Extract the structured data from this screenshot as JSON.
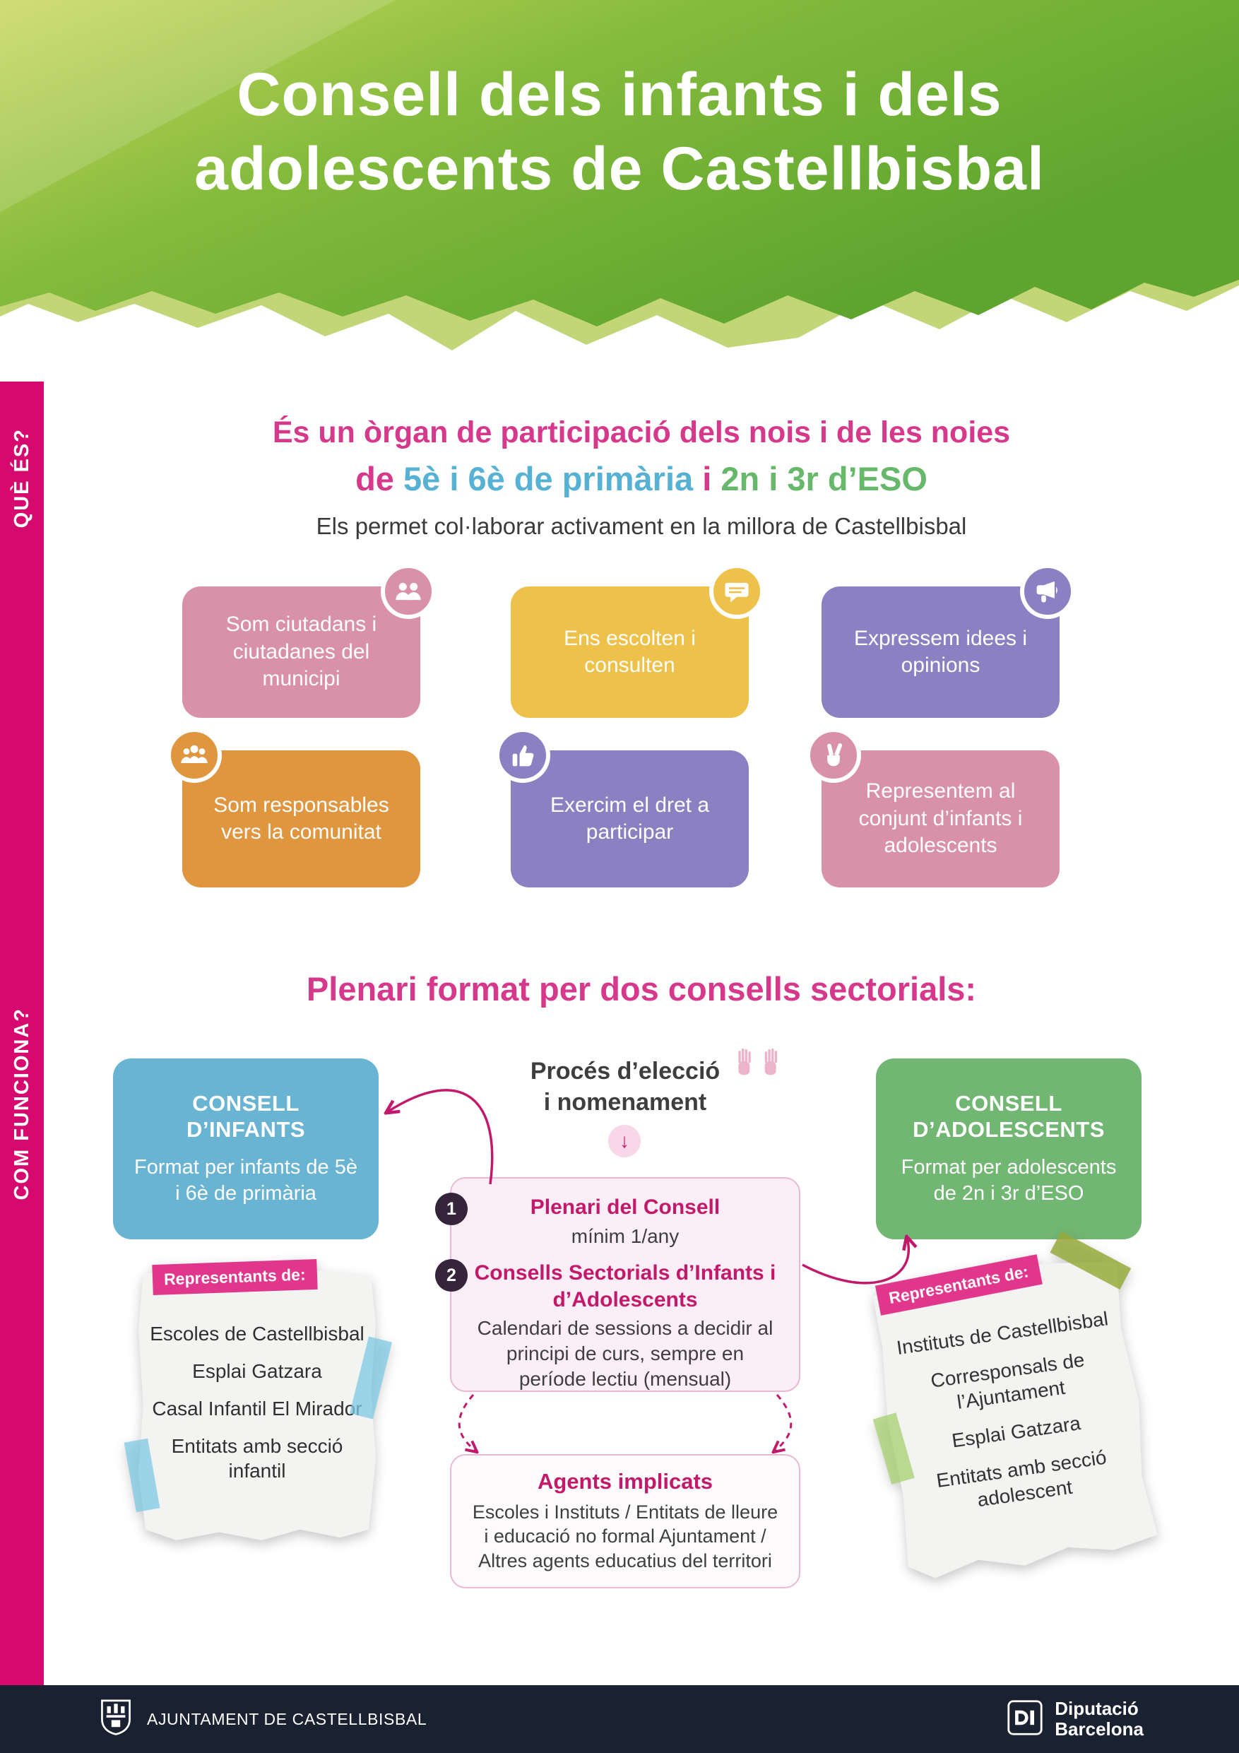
{
  "header": {
    "title_line1": "Consell dels infants i dels",
    "title_line2": "adolescents de Castellbisbal"
  },
  "sidebar": {
    "que_es": "QUÈ ÉS?",
    "com_funciona": "COM FUNCIONA?"
  },
  "intro": {
    "line1": "És un òrgan de participació dels nois i de les noies",
    "line2_prefix": "de ",
    "line2_primaria": "5è i 6è de primària",
    "line2_mid": " i ",
    "line2_eso": "2n i 3r d’ESO",
    "line3": "Els permet col·laborar activament en la millora de Castellbisbal"
  },
  "cards": [
    {
      "label": "Som ciutadans i ciutadanes del municipi",
      "icon": "people-icon",
      "color": "#d991a9"
    },
    {
      "label": "Ens escolten i consulten",
      "icon": "speech-bubble-icon",
      "color": "#eec24a"
    },
    {
      "label": "Expressem idees i opinions",
      "icon": "megaphone-icon",
      "color": "#8b80c2"
    },
    {
      "label": "Som responsables vers la comunitat",
      "icon": "community-icon",
      "color": "#e0953f"
    },
    {
      "label": "Exercim el dret a participar",
      "icon": "thumbs-up-icon",
      "color": "#8b80c2"
    },
    {
      "label": "Representem al conjunt d’infants i adolescents",
      "icon": "victory-hand-icon",
      "color": "#d991a9"
    }
  ],
  "how": {
    "heading": "Plenari format per dos consells sectorials:",
    "infants": {
      "title": "CONSELL D’INFANTS",
      "subtitle": "Format per infants de 5è i 6è de primària"
    },
    "adolescents": {
      "title": "CONSELL D’ADOLESCENTS",
      "subtitle": "Format per adolescents de 2n i 3r d’ESO"
    },
    "process": {
      "line1": "Procés d’elecció",
      "line2": "i nomenament",
      "arrow": "↓"
    },
    "steps": [
      {
        "num": "1",
        "title": "Plenari del Consell",
        "body": "mínim 1/any"
      },
      {
        "num": "2",
        "title": "Consells Sectorials d’Infants i d’Adolescents",
        "body": "Calendari de sessions a decidir al principi de curs, sempre en període lectiu (mensual)"
      }
    ],
    "agents": {
      "title": "Agents implicats",
      "body": "Escoles i Instituts / Entitats de lleure i educació no formal Ajuntament / Altres agents educatius del territori"
    },
    "note_left": {
      "badge": "Representants de:",
      "items": [
        "Escoles de Castellbisbal",
        "Esplai Gatzara",
        "Casal Infantil El Mirador",
        "Entitats amb secció infantil"
      ]
    },
    "note_right": {
      "badge": "Representants de:",
      "items": [
        "Instituts de Castellbisbal",
        "Corresponsals de l’Ajuntament",
        "Esplai Gatzara",
        "Entitats amb secció adolescent"
      ]
    }
  },
  "footer": {
    "ajuntament": "AJUNTAMENT DE CASTELLBISBAL",
    "diputacio_line1": "Diputació",
    "diputacio_line2": "Barcelona"
  },
  "colors": {
    "sidebar_magenta": "#d60a6e",
    "heading_pink": "#d6398c",
    "accent_magenta": "#c2196b",
    "blue": "#69b4d3",
    "green": "#72b673",
    "yellow": "#eec24a",
    "purple": "#8b80c2",
    "orange": "#e0953f",
    "rose": "#d991a9",
    "header_green_light": "#c9d75e",
    "header_green_dark": "#5ea52f",
    "footer_bg": "#1a2130"
  }
}
